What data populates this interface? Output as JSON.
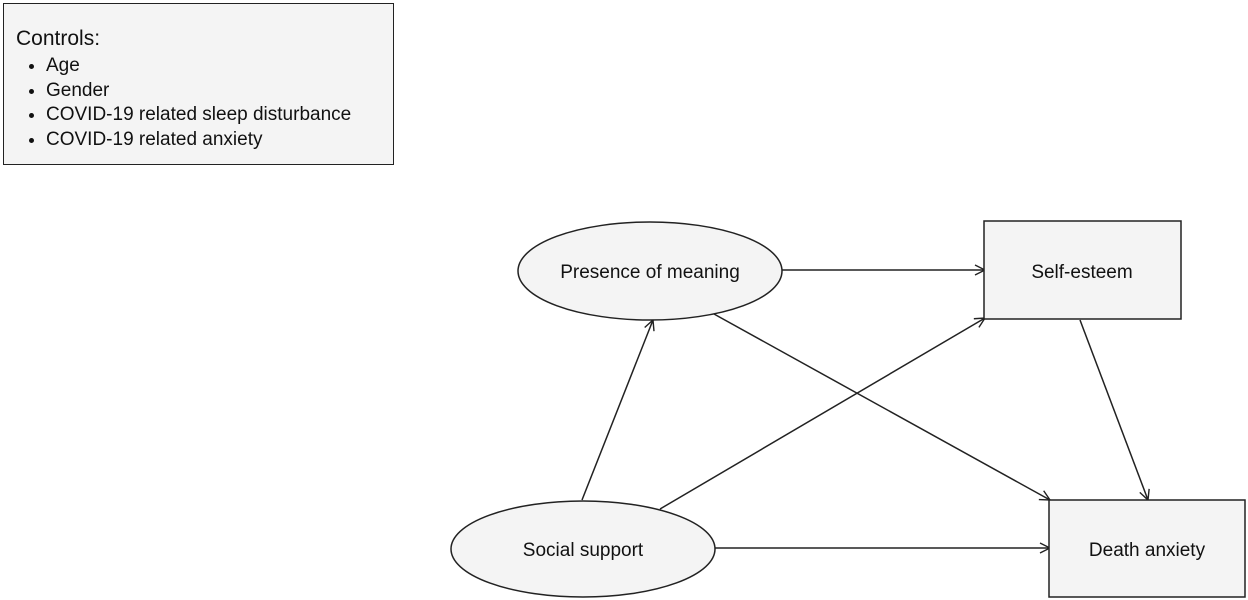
{
  "controls": {
    "title": "Controls:",
    "items": [
      "Age",
      "Gender",
      "COVID-19 related sleep disturbance",
      "COVID-19 related anxiety"
    ]
  },
  "nodes": {
    "presence_of_meaning": "Presence of meaning",
    "self_esteem": "Self-esteem",
    "social_support": "Social support",
    "death_anxiety": "Death anxiety"
  },
  "edges": [
    {
      "from": "presence_of_meaning",
      "to": "self_esteem"
    },
    {
      "from": "presence_of_meaning",
      "to": "death_anxiety"
    },
    {
      "from": "social_support",
      "to": "presence_of_meaning"
    },
    {
      "from": "social_support",
      "to": "self_esteem"
    },
    {
      "from": "social_support",
      "to": "death_anxiety"
    },
    {
      "from": "self_esteem",
      "to": "death_anxiety"
    }
  ],
  "colors": {
    "stroke": "#222222",
    "fill": "#f4f4f4",
    "text": "#111111"
  }
}
